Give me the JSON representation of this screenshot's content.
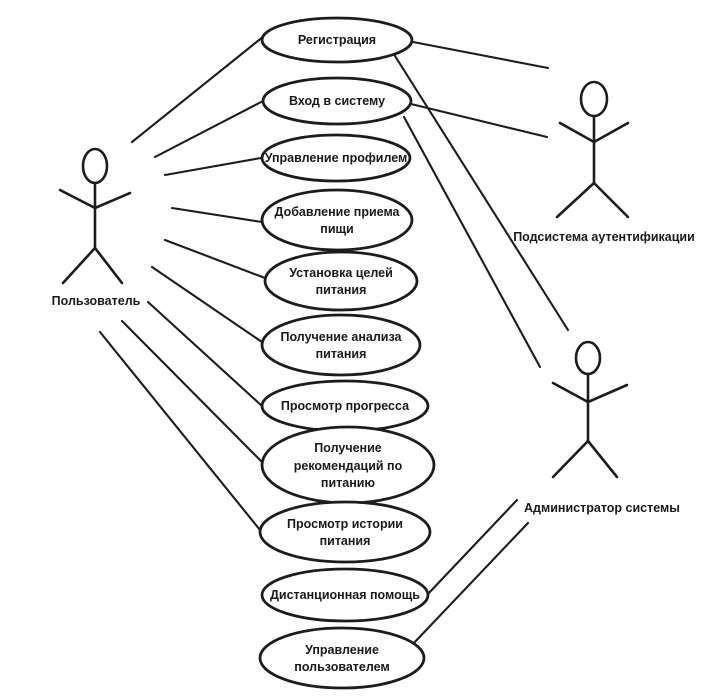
{
  "diagram_type": "uml-use-case",
  "colors": {
    "background": "#ffffff",
    "stroke": "#1c1c1c",
    "text": "#1a1a1a"
  },
  "actors": [
    {
      "name": "Пользователь"
    },
    {
      "name": "Подсистема аутентификации"
    },
    {
      "name": "Администратор системы"
    }
  ],
  "use_cases": [
    {
      "label": "Регистрация",
      "lines": [
        "Регистрация"
      ]
    },
    {
      "label": "Вход в систему",
      "lines": [
        "Вход в систему"
      ]
    },
    {
      "label": "Управление профилем",
      "lines": [
        "Управление профилем"
      ]
    },
    {
      "label": "Добавление приема пищи",
      "lines": [
        "Добавление приема",
        "пищи"
      ]
    },
    {
      "label": "Установка целей питания",
      "lines": [
        "Установка целей",
        "питания"
      ]
    },
    {
      "label": "Получение анализа питания",
      "lines": [
        "Получение анализа",
        "питания"
      ]
    },
    {
      "label": "Просмотр прогресса",
      "lines": [
        "Просмотр прогресса"
      ]
    },
    {
      "label": "Получение рекомендаций по питанию",
      "lines": [
        "Получение",
        "рекомендаций по",
        "питанию"
      ]
    },
    {
      "label": "Просмотр истории питания",
      "lines": [
        "Просмотр истории",
        "питания"
      ]
    },
    {
      "label": "Дистанционная помощь",
      "lines": [
        "Дистанционная помощь"
      ]
    },
    {
      "label": "Управление пользователем",
      "lines": [
        "Управление",
        "пользователем"
      ]
    }
  ],
  "relationships": [
    {
      "from": "Пользователь",
      "to": "Регистрация"
    },
    {
      "from": "Пользователь",
      "to": "Вход в систему"
    },
    {
      "from": "Пользователь",
      "to": "Управление профилем"
    },
    {
      "from": "Пользователь",
      "to": "Добавление приема пищи"
    },
    {
      "from": "Пользователь",
      "to": "Установка целей питания"
    },
    {
      "from": "Пользователь",
      "to": "Получение анализа питания"
    },
    {
      "from": "Пользователь",
      "to": "Просмотр прогресса"
    },
    {
      "from": "Пользователь",
      "to": "Получение рекомендаций по питанию"
    },
    {
      "from": "Пользователь",
      "to": "Просмотр истории питания"
    },
    {
      "from": "Регистрация",
      "to": "Подсистема аутентификации"
    },
    {
      "from": "Вход в систему",
      "to": "Подсистема аутентификации"
    },
    {
      "from": "Регистрация",
      "to": "Администратор системы"
    },
    {
      "from": "Вход в систему",
      "to": "Администратор системы"
    },
    {
      "from": "Администратор системы",
      "to": "Дистанционная помощь"
    },
    {
      "from": "Администратор системы",
      "to": "Управление пользователем"
    }
  ]
}
